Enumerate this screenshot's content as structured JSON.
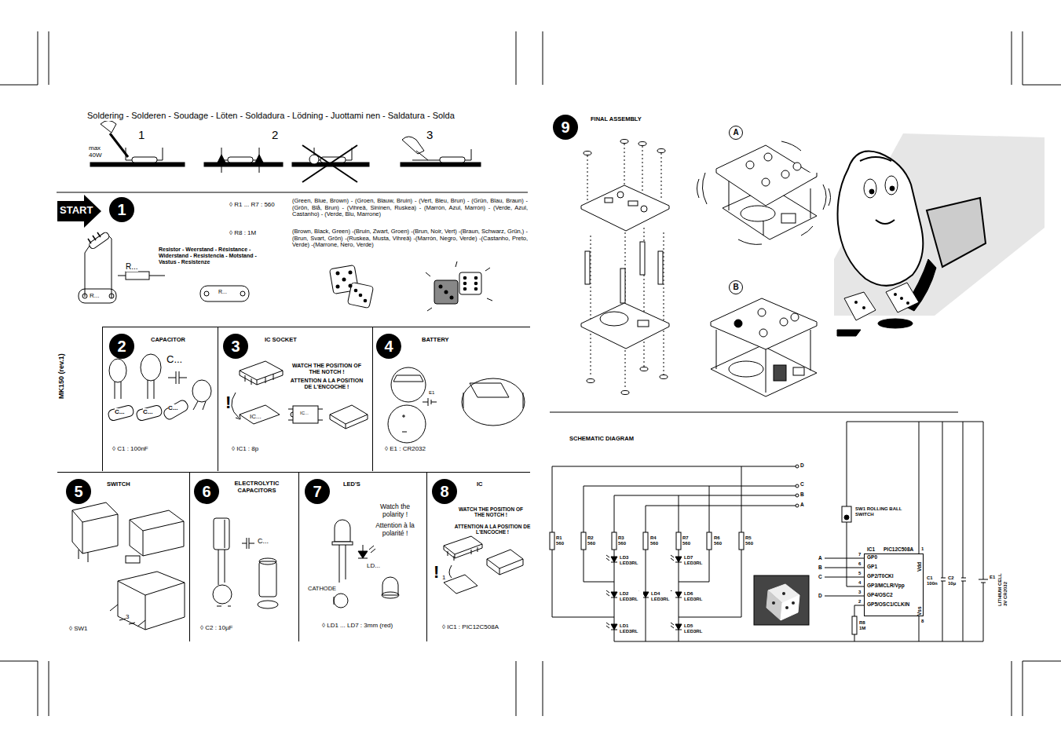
{
  "diagram": {
    "nodes": [
      {
        "text": [
          "START"
        ]
      },
      {
        "text": [
          "1"
        ]
      },
      {
        "text": [
          "CAPACITOR"
        ]
      },
      {
        "text": [
          "2"
        ],
        "in": 2
      },
      {
        "text": [
          "IC SOCKET"
        ]
      },
      {
        "text": [
          "3"
        ],
        "in": 4
      },
      {
        "text": [
          "BATTERY"
        ]
      },
      {
        "text": [
          "4"
        ],
        "in": 6
      },
      {
        "text": [
          "SWITCH"
        ]
      },
      {
        "text": [
          "5"
        ],
        "in": 8
      },
      {
        "text": [
          "ELECTROLYTIC CAPACITORS"
        ]
      },
      {
        "text": [
          "6"
        ],
        "in": 10
      },
      {
        "text": [
          "LED'S"
        ]
      },
      {
        "text": [
          "7"
        ],
        "in": 12
      },
      {
        "text": [
          "IC"
        ]
      },
      {
        "text": [
          "8"
        ],
        "in": 14
      },
      {
        "text": [
          "9"
        ]
      },
      {
        "text": [
          "A"
        ]
      },
      {
        "text": [
          "B"
        ]
      },
      {
        "text": [
          "IC1",
          "PIC12C508A",
          "GP0",
          "GP1",
          "GP2/T0CKI",
          "GP3/MCLR/Vpp",
          "GP4/OSC2",
          "GP5/OSC1/CLKIN",
          "Vdd",
          "Vss"
        ]
      }
    ],
    "labels": [
      "Soldering - Solderen - Soudage - Löten - Soldadura - Lödning - Juottami nen - Saldatura - Solda",
      "1",
      "max 40W",
      "2",
      "3",
      "MK150 (rev.1)",
      "◊ R1 ... R7 : 560",
      "(Green, Blue, Brown) - (Groen, Blauw, Bruin) - (Vert, Bleu, Brun) - (Grün, Blau, Braun) - (Grön, Blå, Brun) - (Vihreä, Sininen, Ruskea) - (Marrón, Azul, Marrón) - (Verde, Azul, Castanho) - (Verde, Blu, Marrone)",
      "◊ R8 : 1M",
      "(Brown, Black, Green) -(Bruin, Zwart, Groen) -(Brun, Noir, Vert) -(Braun, Schwarz, Grün,) -(Brun, Svart, Grön) -(Ruskea, Musta, Vihreä) -(Marrón, Negro, Verde) -(Castanho, Preto, Verde) -(Marrone, Nero, Verde)",
      "Resistor - Weerstand - Résistance - Widerstand - Resistencia - Motstand - Vastus - Resistenze",
      "R...",
      "R...",
      "R...",
      "C...",
      "C...",
      "C...",
      "C...",
      "◊ C1 : 100nF",
      "WATCH THE POSITION OF THE NOTCH !",
      "ATTENTION A LA POSITION DE L'ENCOCHE !",
      "!",
      "IC...",
      "IC...",
      "◊ IC1 : 8p",
      "E1",
      "◊ E1 : CR2032",
      "3",
      "◊ SW1",
      "C...",
      "◊ C2 : 10µF",
      "Watch the polarity !",
      "Attention à la polarité !",
      "LD...",
      "CATHODE",
      "◊ LD1 ... LD7 : 3mm (red)",
      "WATCH THE POSITION OF THE NOTCH !",
      "ATTENTION A LA POSITION DE L'ENCOCHE !",
      "!",
      "1",
      "◊ IC1 : PIC12C508A",
      "FINAL ASSEMBLY",
      "SCHEMATIC DIAGRAM",
      "D",
      "C",
      "B",
      "A",
      "R1 560",
      "R2 560",
      "R3 560",
      "R4 560",
      "R7 560",
      "R6 560",
      "R5 560",
      "LD3 LED3RL",
      "LD7 LED3RL",
      "LD2 LED3RL",
      "LD4 LED3RL",
      "LD6 LED3RL",
      "LD1 LED3RL",
      "LD5 LED3RL",
      "SW1 ROLLING BALL SWITCH",
      "A",
      "B",
      "C",
      "D",
      "7",
      "6",
      "5",
      "4",
      "3",
      "2",
      "1",
      "8",
      "R8 1M",
      "C1 100n",
      "C2 10µ",
      "E1",
      "LITHIUM CELL 3V CR2032"
    ]
  }
}
